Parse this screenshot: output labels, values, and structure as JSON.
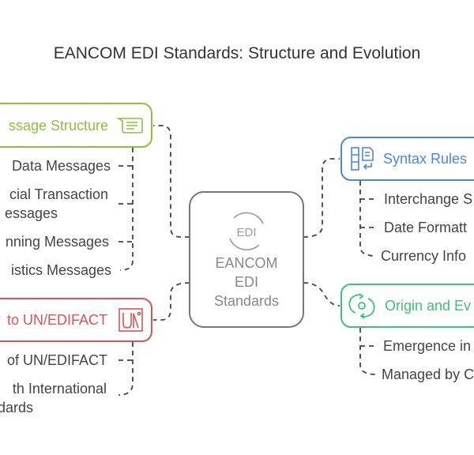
{
  "title": "EANCOM EDI Standards: Structure and Evolution",
  "center": {
    "icon_text": "EDI",
    "lines": [
      "EANCOM",
      "EDI",
      "Standards"
    ]
  },
  "branches": {
    "message_structure": {
      "label": "ssage Structure",
      "color": "#8dc03f",
      "icon": "message-lines-icon",
      "items": [
        [
          "Data Messages"
        ],
        [
          "cial Transaction",
          "essages"
        ],
        [
          "nning Messages"
        ],
        [
          "istics Messages"
        ]
      ]
    },
    "un_edifact": {
      "label": "to UN/EDIFACT",
      "color": "#e05252",
      "icon": "un-logo-icon",
      "items": [
        [
          "of UN/EDIFACT"
        ],
        [
          "th International",
          "dards"
        ]
      ]
    },
    "syntax_rules": {
      "label": "Syntax Rules",
      "color": "#4a86e0",
      "icon": "syntax-document-icon",
      "items": [
        "Interchange S",
        "Date Formatt",
        "Currency Info"
      ]
    },
    "origin": {
      "label": "Origin and Ev",
      "color": "#3cc17a",
      "icon": "cycle-icon",
      "items": [
        "Emergence in",
        "Managed by C"
      ]
    }
  }
}
